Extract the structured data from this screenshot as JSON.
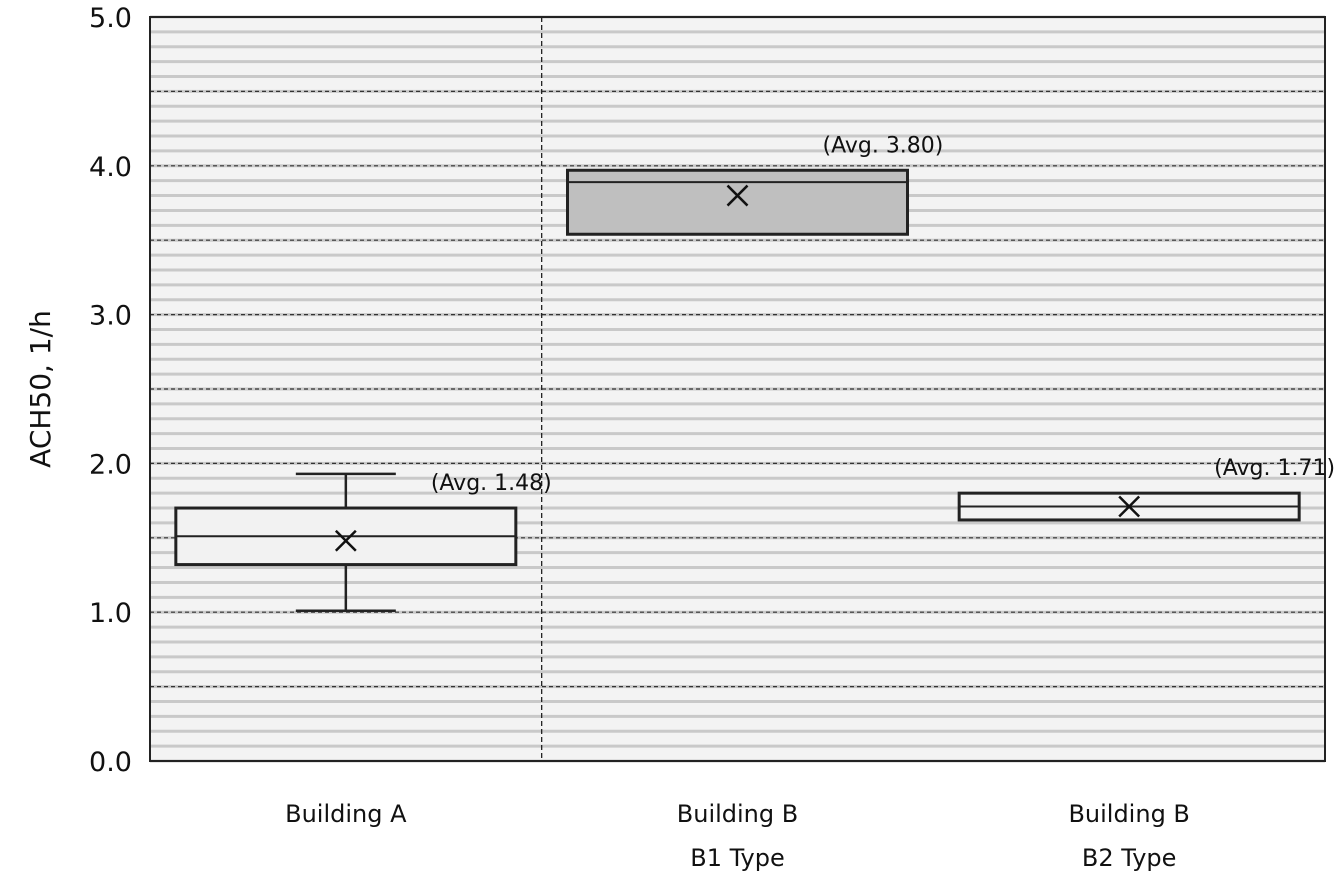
{
  "chart_data": {
    "type": "box",
    "ylabel": "ACH50, 1/h",
    "xlabel": "",
    "ylim": [
      0,
      5
    ],
    "yticks": [
      0,
      1,
      2,
      3,
      4,
      5
    ],
    "ytick_labels": [
      "0.0",
      "1.0",
      "2.0",
      "3.0",
      "4.0",
      "5.0"
    ],
    "grid": "horizontal",
    "categories": [
      {
        "line1": "Building A",
        "line2": ""
      },
      {
        "line1": "Building B",
        "line2": "B1 Type"
      },
      {
        "line1": "Building B",
        "line2": "B2 Type"
      }
    ],
    "boxes": [
      {
        "whisker_low": 1.01,
        "q1": 1.32,
        "median": 1.51,
        "q3": 1.7,
        "whisker_high": 1.93,
        "mean": 1.48,
        "annotation": "(Avg. 1.48)",
        "fill": "#f2f2f2"
      },
      {
        "whisker_low": null,
        "q1": 3.54,
        "median": 3.89,
        "q3": 3.97,
        "whisker_high": null,
        "mean": 3.8,
        "annotation": "(Avg. 3.80)",
        "fill": "#bfbfbf"
      },
      {
        "whisker_low": null,
        "q1": 1.62,
        "median": 1.71,
        "q3": 1.8,
        "whisker_high": null,
        "mean": 1.71,
        "annotation": "(Avg. 1.71)",
        "fill": "#f2f2f2"
      }
    ]
  }
}
